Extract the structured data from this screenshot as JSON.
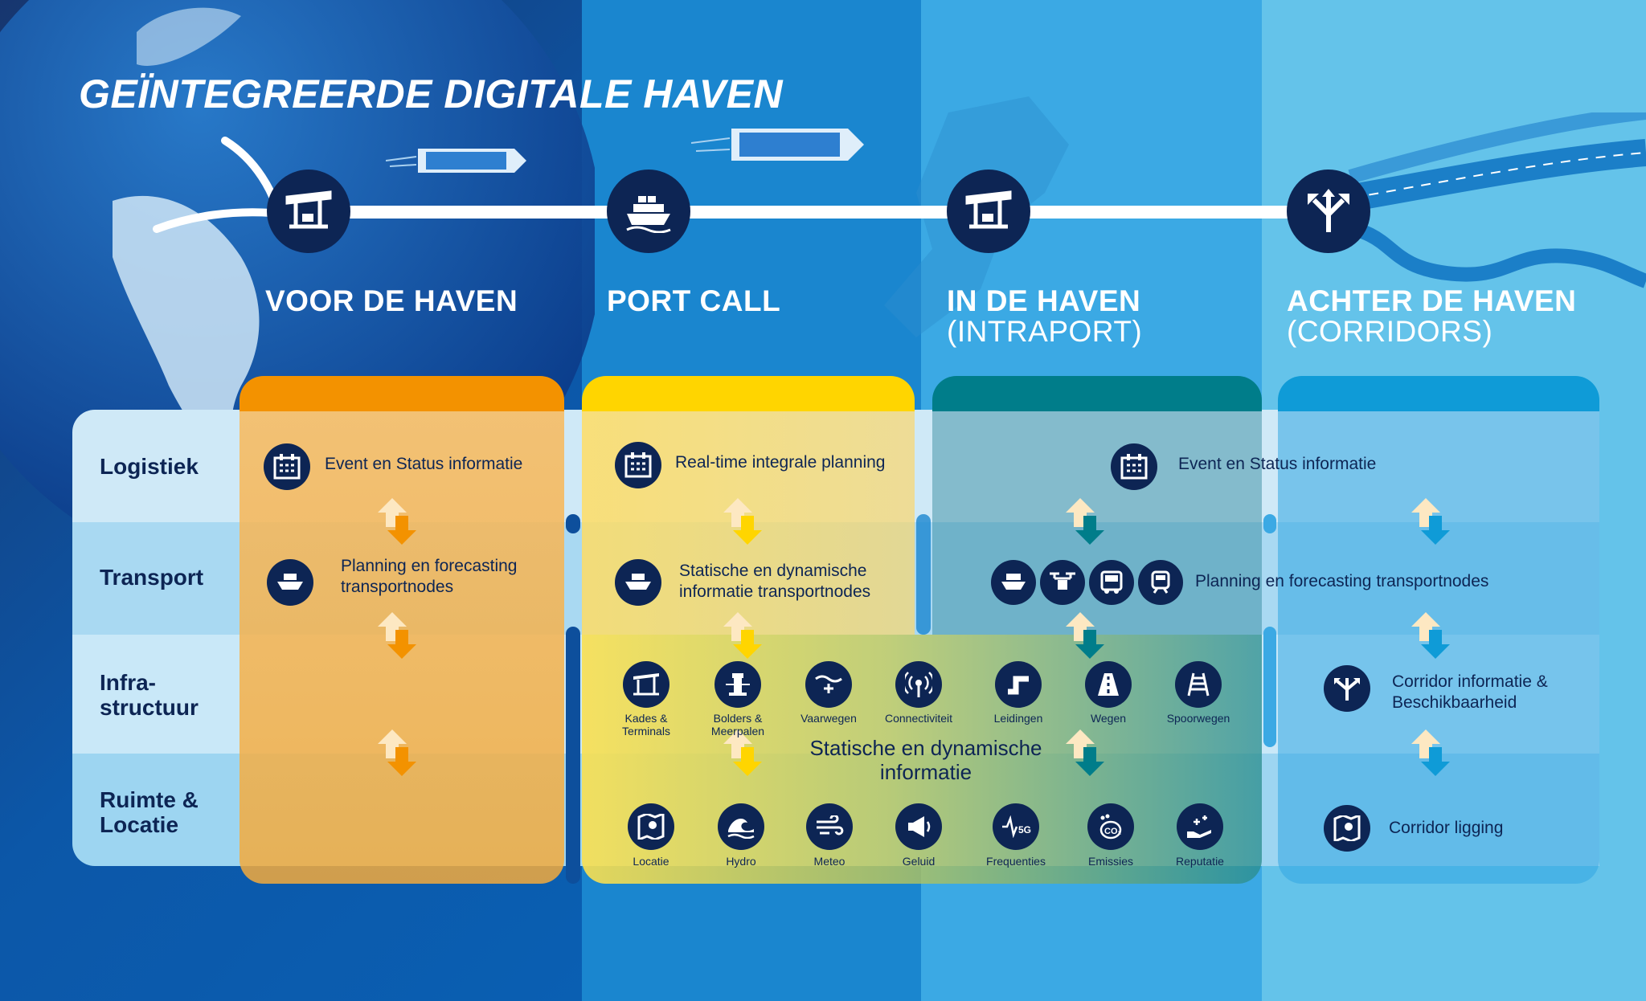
{
  "title": "GEÏNTEGREERDE DIGITALE HAVEN",
  "columns": [
    {
      "title": "VOOR DE HAVEN",
      "subtitle": "",
      "icon": "harbor-crane-icon"
    },
    {
      "title": "PORT CALL",
      "subtitle": "",
      "icon": "cargo-ship-icon"
    },
    {
      "title": "IN DE HAVEN",
      "subtitle": "(INTRAPORT)",
      "icon": "harbor-crane-icon"
    },
    {
      "title": "ACHTER DE HAVEN",
      "subtitle": "(CORRIDORS)",
      "icon": "route-split-icon"
    }
  ],
  "rows": {
    "logistiek": "Logistiek",
    "transport": "Transport",
    "infra_line1": "Infra-",
    "infra_line2": "structuur",
    "ruimte_line1": "Ruimte &",
    "ruimte_line2": "Locatie"
  },
  "cells": {
    "voor_logistiek": "Event en Status informatie",
    "voor_transport_1": "Planning en forecasting",
    "voor_transport_2": "transportnodes",
    "port_logistiek": "Real-time integrale planning",
    "port_transport_1": "Statische en dynamische",
    "port_transport_2": "informatie transportnodes",
    "in_logistiek": "Event en Status informatie",
    "in_transport": "Planning en forecasting transportnodes",
    "center_1": "Statische en dynamische",
    "center_2": "informatie",
    "achter_infra_1": "Corridor informatie &",
    "achter_infra_2": "Beschikbaarheid",
    "achter_ruimte": "Corridor ligging"
  },
  "infra_icons": [
    {
      "label1": "Kades &",
      "label2": "Terminals",
      "icon": "quay-crane-icon"
    },
    {
      "label1": "Bolders &",
      "label2": "Meerpalen",
      "icon": "bollard-icon"
    },
    {
      "label1": "Vaarwegen",
      "label2": "",
      "icon": "waterway-icon"
    },
    {
      "label1": "Connectiviteit",
      "label2": "",
      "icon": "5g-signal-icon"
    },
    {
      "label1": "Leidingen",
      "label2": "",
      "icon": "pipeline-icon"
    },
    {
      "label1": "Wegen",
      "label2": "",
      "icon": "road-icon"
    },
    {
      "label1": "Spoorwegen",
      "label2": "",
      "icon": "railway-icon"
    }
  ],
  "ruimte_icons": [
    {
      "label": "Locatie",
      "icon": "map-pin-icon"
    },
    {
      "label": "Hydro",
      "icon": "wave-icon"
    },
    {
      "label": "Meteo",
      "icon": "wind-icon"
    },
    {
      "label": "Geluid",
      "icon": "megaphone-icon"
    },
    {
      "label": "Frequenties",
      "icon": "5g-frequency-icon"
    },
    {
      "label": "Emissies",
      "icon": "co2-footprint-icon"
    },
    {
      "label": "Reputatie",
      "icon": "hand-stars-icon"
    }
  ],
  "colors": {
    "navy": "#0d2554",
    "orange": "#f39200",
    "yellow": "#ffd500",
    "teal": "#007d8a",
    "blue": "#0f9bd7"
  }
}
